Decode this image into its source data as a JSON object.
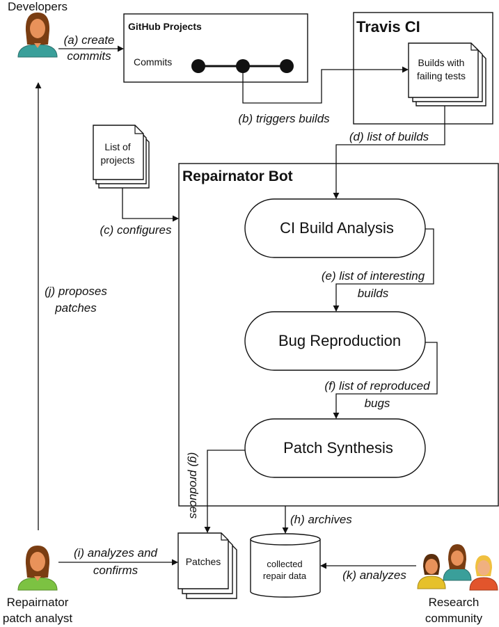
{
  "actors": {
    "developers": "Developers",
    "analyst_line1": "Repairnator",
    "analyst_line2": "patch analyst",
    "research_line1": "Research",
    "research_line2": "community"
  },
  "github": {
    "title": "GitHub Projects",
    "commits": "Commits"
  },
  "travis": {
    "title": "Travis CI",
    "builds_line1": "Builds with",
    "builds_line2": "failing tests"
  },
  "projects_doc": {
    "line1": "List of",
    "line2": "projects"
  },
  "bot": {
    "title": "Repairnator Bot",
    "stage1": "CI Build Analysis",
    "stage2": "Bug Reproduction",
    "stage3": "Patch Synthesis"
  },
  "patches_doc": {
    "label": "Patches"
  },
  "repair_db": {
    "line1": "collected",
    "line2": "repair data"
  },
  "edges": {
    "a_line1": "(a) create",
    "a_line2": "commits",
    "b": "(b) triggers builds",
    "c": "(c) configures",
    "d": "(d) list of builds",
    "e_line1": "(e) list of interesting",
    "e_line2": "builds",
    "f_line1": "(f) list of reproduced",
    "f_line2": "bugs",
    "g": "(g) produces",
    "h": "(h) archives",
    "i_line1": "(i) analyzes and",
    "i_line2": "confirms",
    "j_line1": "(j) proposes",
    "j_line2": "patches",
    "k": "(k) analyzes"
  },
  "colors": {
    "skin": "#e8925a",
    "hair": "#7a3d12",
    "shirt_teal": "#3a9f9a",
    "shirt_green": "#7cc242",
    "shirt_yellow": "#e6c12a",
    "shirt_red": "#e2552c"
  }
}
